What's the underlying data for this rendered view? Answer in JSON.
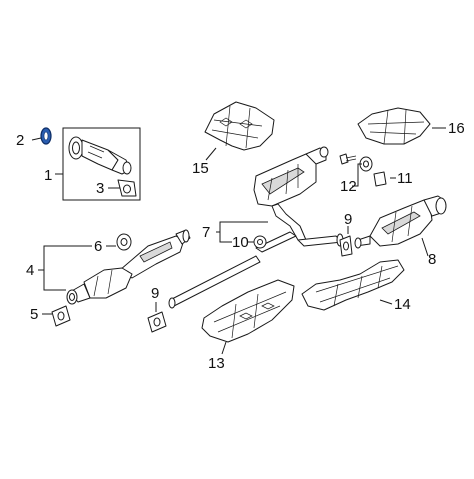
{
  "callouts": [
    {
      "id": "c1",
      "label": "1"
    },
    {
      "id": "c2",
      "label": "2"
    },
    {
      "id": "c3",
      "label": "3"
    },
    {
      "id": "c4",
      "label": "4"
    },
    {
      "id": "c5",
      "label": "5"
    },
    {
      "id": "c6",
      "label": "6"
    },
    {
      "id": "c7",
      "label": "7"
    },
    {
      "id": "c8",
      "label": "8"
    },
    {
      "id": "c9a",
      "label": "9"
    },
    {
      "id": "c9b",
      "label": "9"
    },
    {
      "id": "c10",
      "label": "10"
    },
    {
      "id": "c11",
      "label": "11"
    },
    {
      "id": "c12",
      "label": "12"
    },
    {
      "id": "c13",
      "label": "13"
    },
    {
      "id": "c14",
      "label": "14"
    },
    {
      "id": "c15",
      "label": "15"
    },
    {
      "id": "c16",
      "label": "16"
    }
  ],
  "colors": {
    "highlight": "#2a5db0",
    "line": "#1a1a1a",
    "background": "#ffffff"
  }
}
